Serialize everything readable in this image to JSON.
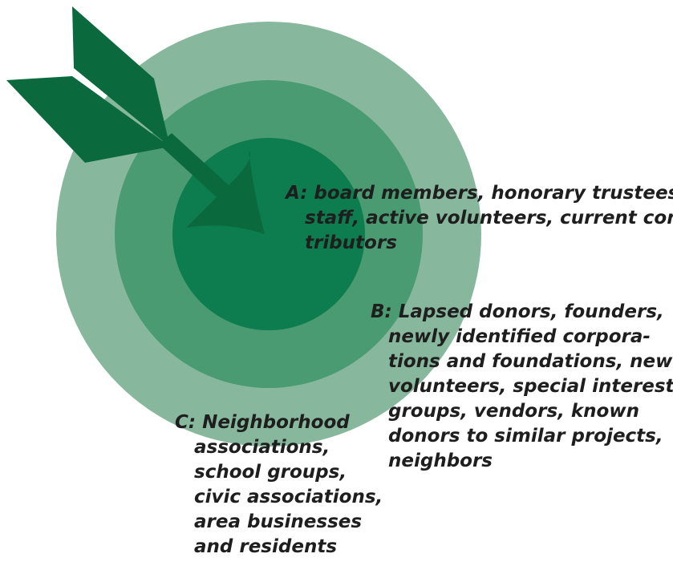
{
  "colors": {
    "outer_ring": "#87b89d",
    "middle_ring": "#4a9a72",
    "bullseye": "#0d7c4f",
    "arrow": "#0a6a3d",
    "text": "#1e1e1e"
  },
  "icons": {
    "target": "concentric-circles",
    "arrow": "arrow-with-fletching"
  },
  "rings": {
    "A": {
      "lines": [
        "A: board members, honorary trustees,",
        "staff, active volunteers, current con-",
        "tributors"
      ]
    },
    "B": {
      "lines": [
        "B: Lapsed donors, founders,",
        "newly identified corpora-",
        "tions and foundations, new",
        "volunteers, special interest",
        "groups, vendors, known",
        "donors to similar projects,",
        "neighbors"
      ]
    },
    "C": {
      "lines": [
        "C: Neighborhood",
        "associations,",
        "school groups,",
        "civic associations,",
        "area businesses",
        "and residents"
      ]
    }
  }
}
